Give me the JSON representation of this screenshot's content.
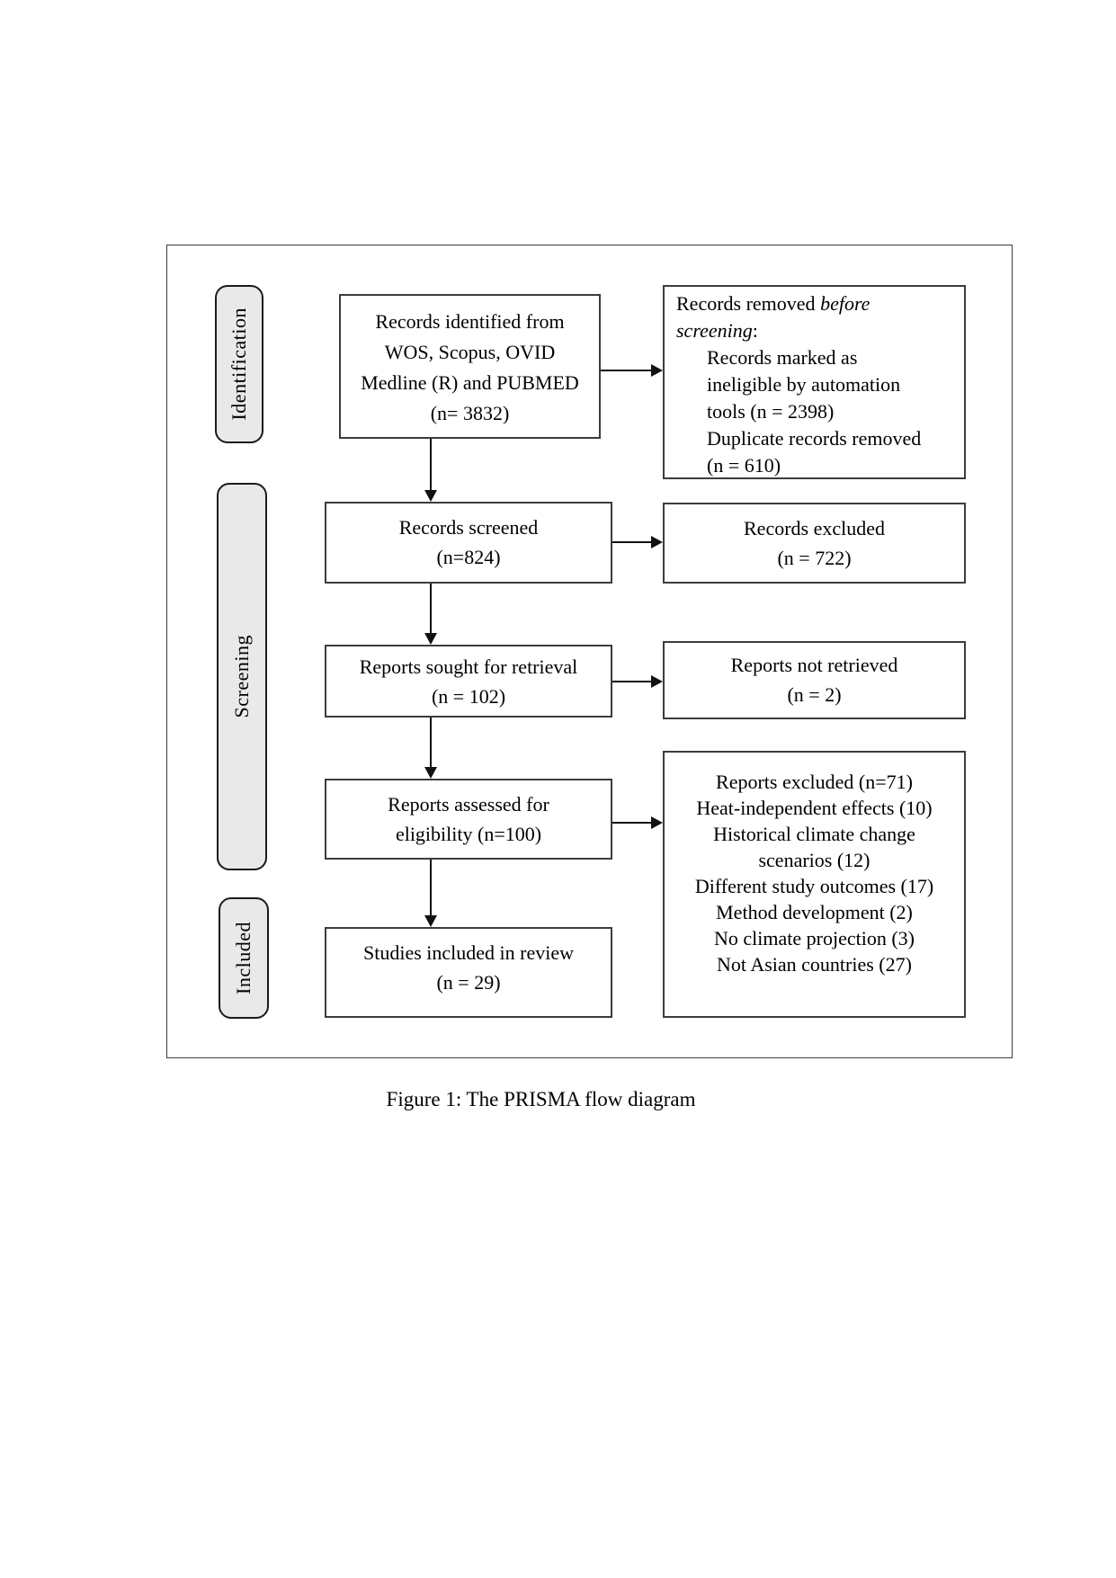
{
  "figure_caption": "Figure 1: The PRISMA flow diagram",
  "stages": {
    "identification": "Identification",
    "screening": "Screening",
    "included": "Included"
  },
  "flow": {
    "identified": {
      "lines": [
        {
          "t": "Records identified from"
        },
        {
          "t": "WOS, Scopus, OVID"
        },
        {
          "t": "Medline (R) and PUBMED"
        },
        {
          "t": "(n= 3832)"
        }
      ]
    },
    "removed_before_screening": {
      "lines": [
        {
          "segs": [
            {
              "t": "Records removed "
            },
            {
              "t": "before",
              "i": true
            }
          ]
        },
        {
          "segs": [
            {
              "t": "screening",
              "i": true
            },
            {
              "t": ":"
            }
          ]
        },
        {
          "t": "Records marked as",
          "indent": true
        },
        {
          "t": "ineligible by automation",
          "indent": true
        },
        {
          "t": "tools (n = 2398)",
          "indent": true
        },
        {
          "t": "Duplicate records removed",
          "indent": true
        },
        {
          "t": "(n = 610)",
          "indent": true
        }
      ]
    },
    "screened": {
      "lines": [
        {
          "t": "Records screened"
        },
        {
          "t": "(n=824)"
        }
      ]
    },
    "records_excluded": {
      "lines": [
        {
          "t": "Records excluded"
        },
        {
          "t": "(n = 722)"
        }
      ]
    },
    "sought_for_retrieval": {
      "lines": [
        {
          "t": "Reports sought for retrieval"
        },
        {
          "t": "(n = 102)"
        }
      ]
    },
    "not_retrieved": {
      "lines": [
        {
          "t": "Reports not retrieved"
        },
        {
          "t": "(n = 2)"
        }
      ]
    },
    "assessed": {
      "lines": [
        {
          "t": "Reports assessed for"
        },
        {
          "t": "eligibility (n=100)"
        }
      ]
    },
    "reports_excluded": {
      "lines": [
        {
          "t": "Reports excluded (n=71)"
        },
        {
          "t": "Heat-independent effects (10)"
        },
        {
          "t": "Historical climate change"
        },
        {
          "t": "scenarios (12)"
        },
        {
          "t": "Different study outcomes (17)"
        },
        {
          "t": "Method development (2)"
        },
        {
          "t": "No climate projection (3)"
        },
        {
          "t": "Not Asian countries (27)"
        }
      ]
    },
    "included_studies": {
      "lines": [
        {
          "t": "Studies included in review"
        },
        {
          "t": "(n = 29)"
        }
      ]
    }
  },
  "colors": {
    "stage_fill": "#e9e9e9",
    "box_border": "#3c3c3c",
    "arrow": "#111111"
  }
}
